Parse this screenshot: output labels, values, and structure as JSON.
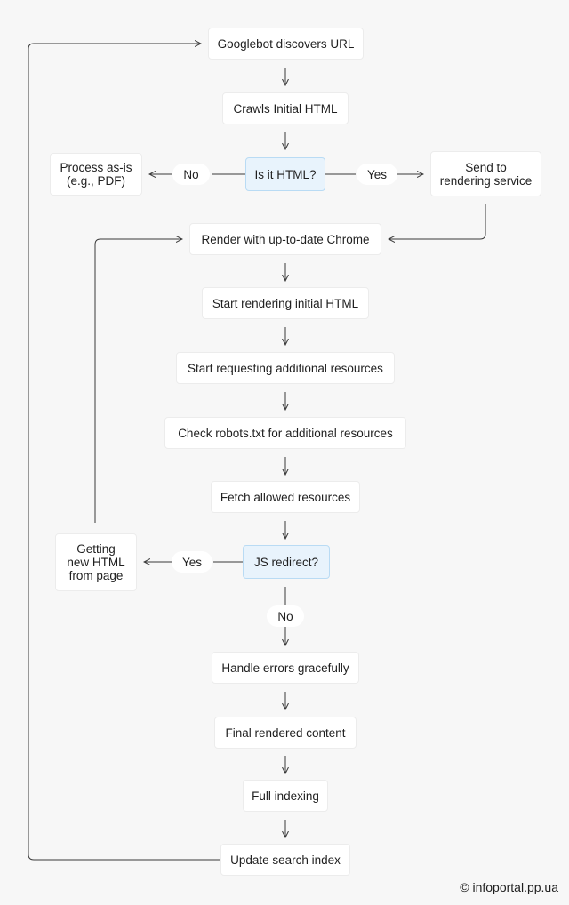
{
  "nodes": {
    "discover": "Googlebot discovers URL",
    "crawl": "Crawls Initial HTML",
    "is_html": "Is it HTML?",
    "process": "Process as-is\n(e.g., PDF)",
    "send": "Send to\nrendering service",
    "render_chrome": "Render with up-to-date Chrome",
    "start_render": "Start rendering initial HTML",
    "start_request": "Start requesting additional resources",
    "check_robots": "Check robots.txt for additional resources",
    "fetch": "Fetch allowed resources",
    "js_redirect": "JS redirect?",
    "getting_html": "Getting\nnew HTML\nfrom page",
    "handle_errors": "Handle errors gracefully",
    "final_content": "Final rendered content",
    "full_indexing": "Full indexing",
    "update_index": "Update search index"
  },
  "edge_labels": {
    "no_process": "No",
    "yes_send": "Yes",
    "yes_redirect": "Yes",
    "no_redirect": "No"
  },
  "watermark": "© infoportal.pp.ua",
  "colors": {
    "background": "#f7f7f7",
    "node_fill": "#ffffff",
    "decision_fill": "#e8f3fc",
    "decision_border": "#b9dbf4",
    "line": "#3a3a3a"
  }
}
